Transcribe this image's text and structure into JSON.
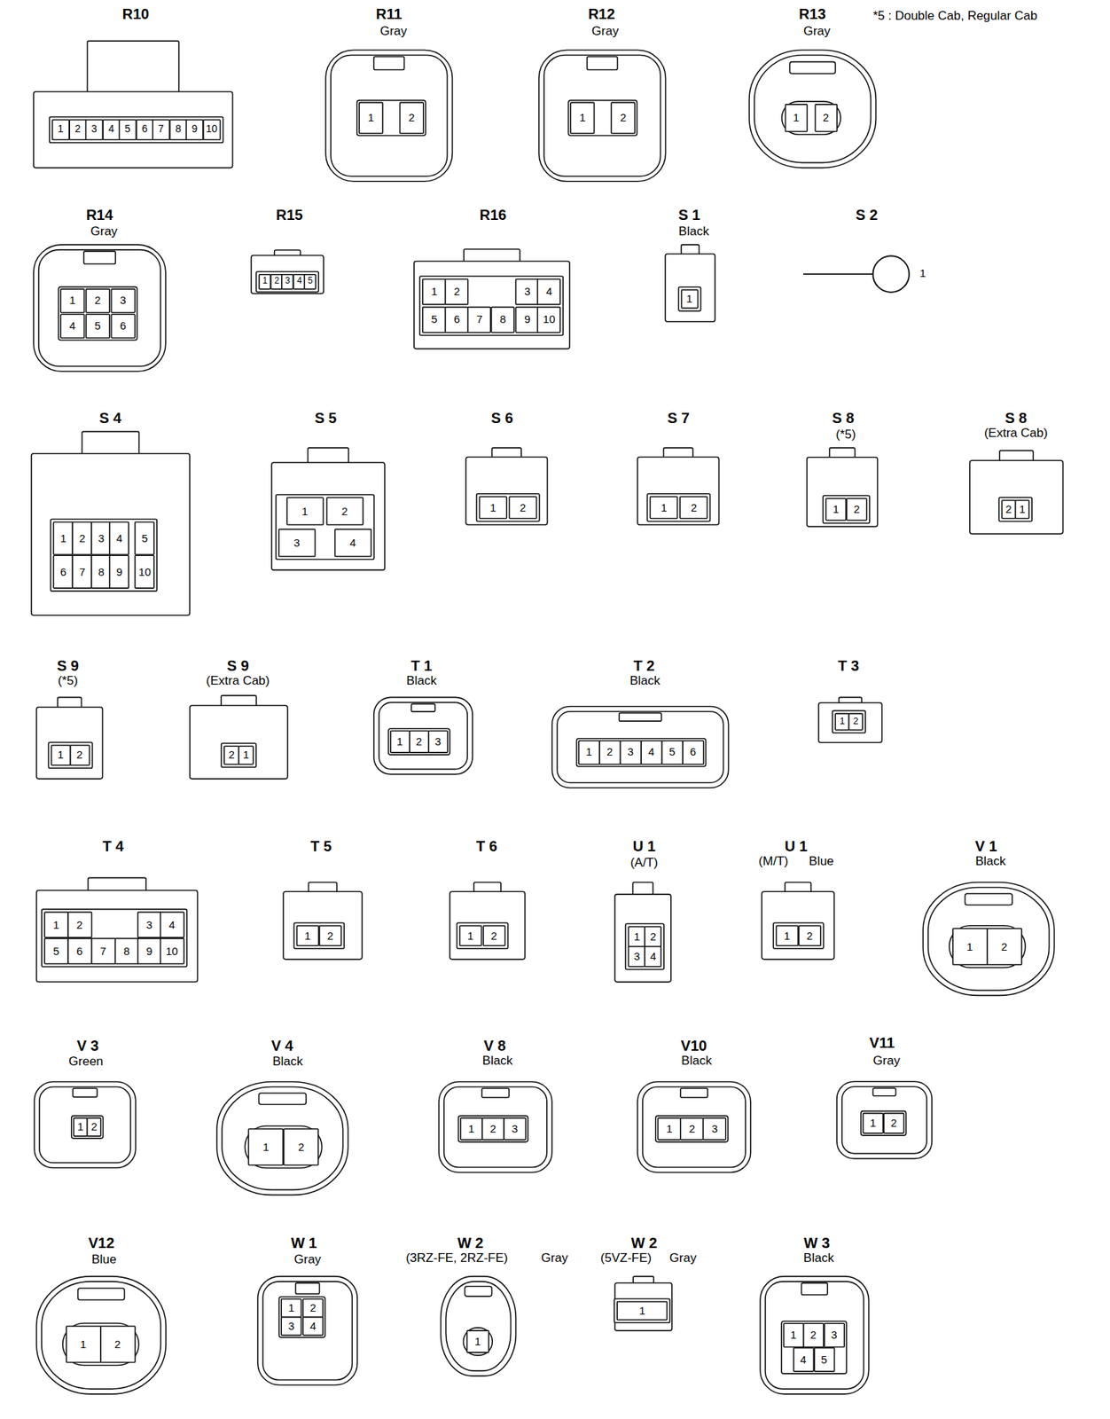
{
  "diagram": {
    "nodes": [
      {
        "text": [
          "R10",
          "1",
          "2",
          "3",
          "4",
          "5",
          "6",
          "7",
          "8",
          "9",
          "10"
        ]
      },
      {
        "text": [
          "R11",
          "Gray",
          "1",
          "2"
        ]
      },
      {
        "text": [
          "R12",
          "Gray",
          "1",
          "2"
        ]
      },
      {
        "text": [
          "R13",
          "Gray",
          "1",
          "2"
        ]
      },
      {
        "text": [
          "R14",
          "Gray",
          "1",
          "2",
          "3",
          "4",
          "5",
          "6"
        ]
      },
      {
        "text": [
          "R15",
          "1",
          "2",
          "3",
          "4",
          "5"
        ]
      },
      {
        "text": [
          "R16",
          "1",
          "2",
          "3",
          "4",
          "5",
          "6",
          "7",
          "8",
          "9",
          "10"
        ]
      },
      {
        "text": [
          "S 1",
          "Black",
          "1"
        ]
      },
      {
        "text": [
          "S 2",
          "1"
        ]
      },
      {
        "text": [
          "S 4",
          "1",
          "2",
          "3",
          "4",
          "5",
          "6",
          "7",
          "8",
          "9",
          "10"
        ]
      },
      {
        "text": [
          "S 5",
          "1",
          "2",
          "3",
          "4"
        ]
      },
      {
        "text": [
          "S 6",
          "1",
          "2"
        ]
      },
      {
        "text": [
          "S 7",
          "1",
          "2"
        ]
      },
      {
        "text": [
          "S 8",
          "(*5)",
          "1",
          "2"
        ]
      },
      {
        "text": [
          "S 8",
          "(Extra Cab)",
          "2",
          "1"
        ]
      },
      {
        "text": [
          "S 9",
          "(*5)",
          "1",
          "2"
        ]
      },
      {
        "text": [
          "S 9",
          "(Extra Cab)",
          "2",
          "1"
        ]
      },
      {
        "text": [
          "T 1",
          "Black",
          "1",
          "2",
          "3"
        ]
      },
      {
        "text": [
          "T 2",
          "Black",
          "1",
          "2",
          "3",
          "4",
          "5",
          "6"
        ]
      },
      {
        "text": [
          "T 3",
          "1",
          "2"
        ]
      },
      {
        "text": [
          "T 4",
          "1",
          "2",
          "3",
          "4",
          "5",
          "6",
          "7",
          "8",
          "9",
          "10"
        ]
      },
      {
        "text": [
          "T 5",
          "1",
          "2"
        ]
      },
      {
        "text": [
          "T 6",
          "1",
          "2"
        ]
      },
      {
        "text": [
          "U 1",
          "(A/T)",
          "1",
          "2",
          "3",
          "4"
        ]
      },
      {
        "text": [
          "U 1",
          "(M/T)",
          "Blue",
          "1",
          "2"
        ]
      },
      {
        "text": [
          "V 1",
          "Black",
          "1",
          "2"
        ]
      },
      {
        "text": [
          "V 3",
          "Green",
          "1",
          "2"
        ]
      },
      {
        "text": [
          "V 4",
          "Black",
          "1",
          "2"
        ]
      },
      {
        "text": [
          "V 8",
          "Black",
          "1",
          "2",
          "3"
        ]
      },
      {
        "text": [
          "V10",
          "Black",
          "1",
          "2",
          "3"
        ]
      },
      {
        "text": [
          "V11",
          "Gray",
          "1",
          "2"
        ]
      },
      {
        "text": [
          "V12",
          "Blue",
          "1",
          "2"
        ]
      },
      {
        "text": [
          "W 1",
          "Gray",
          "1",
          "2",
          "3",
          "4"
        ]
      },
      {
        "text": [
          "W 2",
          "(3RZ-FE, 2RZ-FE)",
          "Gray",
          "1"
        ]
      },
      {
        "text": [
          "W 2",
          "(5VZ-FE)",
          "Gray",
          "1"
        ]
      },
      {
        "text": [
          "W 3",
          "Black",
          "1",
          "2",
          "3",
          "4",
          "5"
        ]
      }
    ],
    "labels": [
      "*5 : Double Cab, Regular Cab"
    ]
  }
}
